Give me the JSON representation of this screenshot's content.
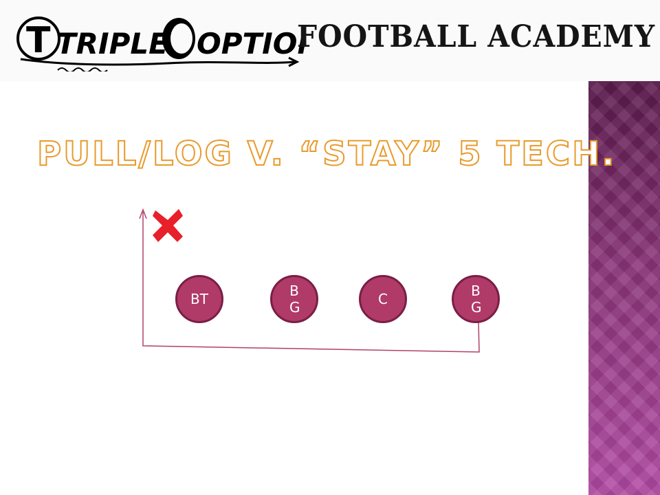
{
  "header": {
    "logo_script_word1": "TRIPLE",
    "logo_script_word2": "OPTION",
    "logo_block_text": "FOOTBALL ACADEMY"
  },
  "slide": {
    "title": "PULL/LOG V. “STAY” 5 TECH."
  },
  "diagram": {
    "players": [
      {
        "label": "BT"
      },
      {
        "label": "BG"
      },
      {
        "label": "C"
      },
      {
        "label": "BG"
      }
    ],
    "defender_icon": "x-mark-icon",
    "colors": {
      "player_fill": "#b03a68",
      "player_border": "#7a1e45",
      "route_line": "#b0406a",
      "defender": "#e8202a",
      "title_outline": "#e89a2c",
      "side_strip": "#8a3478"
    }
  }
}
